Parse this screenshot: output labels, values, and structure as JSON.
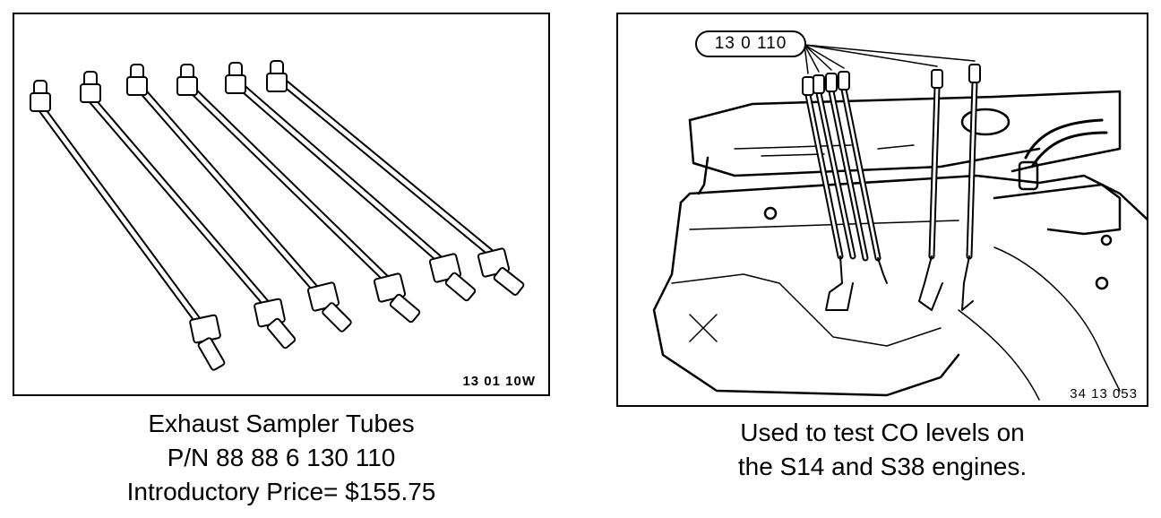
{
  "left_figure": {
    "code": "13 01 10W",
    "caption": {
      "line1": "Exhaust Sampler Tubes",
      "line2": "P/N 88 88 6 130 110",
      "line3": "Introductory Price= $155.75"
    }
  },
  "right_figure": {
    "callout": "13 0 110",
    "code": "34 13 053",
    "caption": {
      "line1": "Used to test CO levels on",
      "line2": "the S14 and S38 engines."
    }
  }
}
